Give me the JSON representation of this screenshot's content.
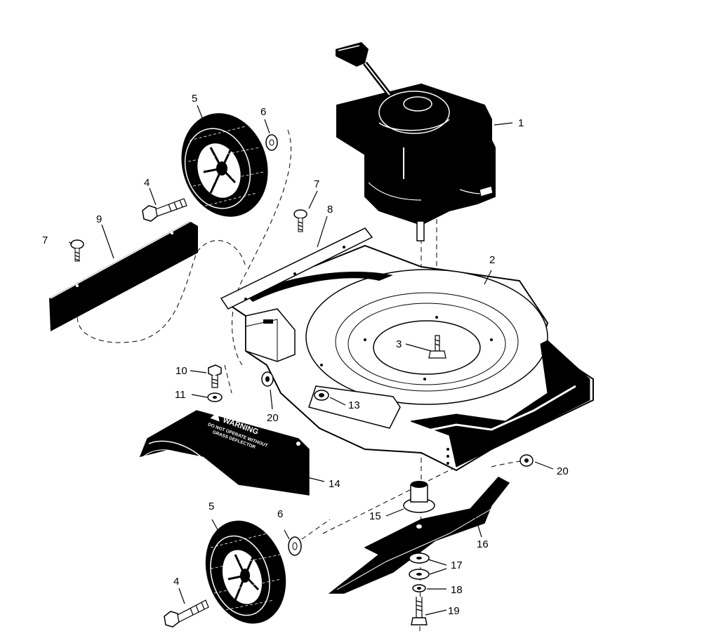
{
  "diagram": {
    "callouts": {
      "c1": "1",
      "c2": "2",
      "c3": "3",
      "c4a": "4",
      "c4b": "4",
      "c5a": "5",
      "c5b": "5",
      "c6a": "6",
      "c6b": "6",
      "c7a": "7",
      "c7b": "7",
      "c8": "8",
      "c9": "9",
      "c10": "10",
      "c11": "11",
      "c13": "13",
      "c14": "14",
      "c15": "15",
      "c16": "16",
      "c17": "17",
      "c18": "18",
      "c19": "19",
      "c20a": "20",
      "c20b": "20"
    },
    "warning_label": {
      "title": "WARNING",
      "line1": "DO NOT OPERATE WITHOUT",
      "line2": "GRASS DEFLECTOR"
    }
  }
}
